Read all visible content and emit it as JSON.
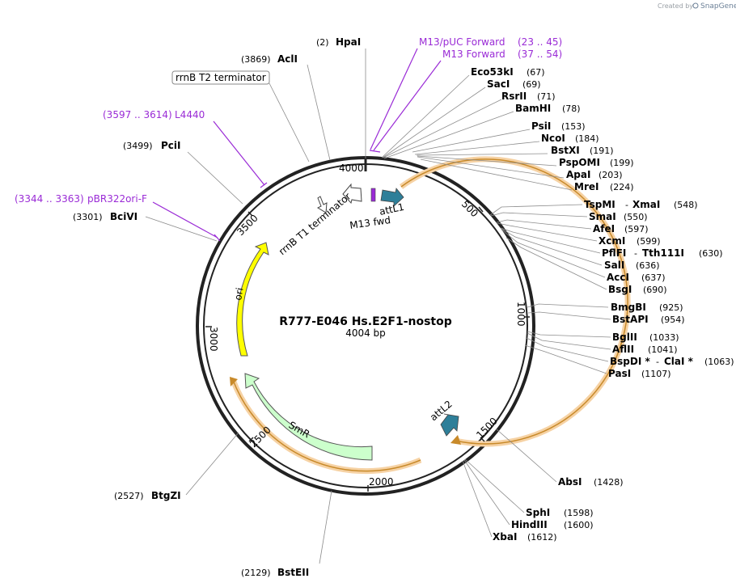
{
  "credit": {
    "prefix": "Created by",
    "brand": "SnapGene"
  },
  "title": "R777-E046 Hs.E2F1-nostop",
  "subtitle": "4004 bp",
  "ticks": [
    "500",
    "1000",
    "1500",
    "2000",
    "2500",
    "3000",
    "3500",
    "4000"
  ],
  "sites": [
    {
      "name": "HpaI",
      "pos": "(2)"
    },
    {
      "name": "AclI",
      "pos": "(3869)"
    },
    {
      "name": "PciI",
      "pos": "(3499)"
    },
    {
      "name": "BciVI",
      "pos": "(3301)"
    },
    {
      "name": "Eco53kI",
      "pos": "(67)"
    },
    {
      "name": "SacI",
      "pos": "(69)"
    },
    {
      "name": "RsrII",
      "pos": "(71)"
    },
    {
      "name": "BamHI",
      "pos": "(78)"
    },
    {
      "name": "PsiI",
      "pos": "(153)"
    },
    {
      "name": "NcoI",
      "pos": "(184)"
    },
    {
      "name": "BstXI",
      "pos": "(191)"
    },
    {
      "name": "PspOMI",
      "pos": "(199)"
    },
    {
      "name": "ApaI",
      "pos": "(203)"
    },
    {
      "name": "MreI",
      "pos": "(224)"
    },
    {
      "name": "TspMI",
      "pos": "",
      "sep": "-",
      "name2": "XmaI",
      "pos2": "(548)"
    },
    {
      "name": "SmaI",
      "pos": "(550)"
    },
    {
      "name": "AfeI",
      "pos": "(597)"
    },
    {
      "name": "XcmI",
      "pos": "(599)"
    },
    {
      "name": "PflFI",
      "pos": "",
      "sep": "-",
      "name2": "Tth111I",
      "pos2": "(630)"
    },
    {
      "name": "SalI",
      "pos": "(636)"
    },
    {
      "name": "AccI",
      "pos": "(637)"
    },
    {
      "name": "BsgI",
      "pos": "(690)"
    },
    {
      "name": "BmgBI",
      "pos": "(925)"
    },
    {
      "name": "BstAPI",
      "pos": "(954)"
    },
    {
      "name": "BglII",
      "pos": "(1033)"
    },
    {
      "name": "AflII",
      "pos": "(1041)"
    },
    {
      "name": "BspDI *",
      "pos": "",
      "sep": "-",
      "name2": "ClaI *",
      "pos2": "(1063)"
    },
    {
      "name": "PasI",
      "pos": "(1107)"
    },
    {
      "name": "AbsI",
      "pos": "(1428)"
    },
    {
      "name": "SphI",
      "pos": "(1598)"
    },
    {
      "name": "HindIII",
      "pos": "(1600)"
    },
    {
      "name": "XbaI",
      "pos": "(1612)"
    },
    {
      "name": "BtgZI",
      "pos": "(2527)"
    },
    {
      "name": "BstEII",
      "pos": "(2129)"
    }
  ],
  "primers": [
    {
      "name": "M13/pUC Forward",
      "range": "(23 .. 45)"
    },
    {
      "name": "M13 Forward",
      "range": "(37 .. 54)"
    },
    {
      "name": "L4440",
      "range": "(3597 .. 3614)"
    },
    {
      "name": "pBR322ori-F",
      "range": "(3344 .. 3363)"
    }
  ],
  "features": {
    "rrnB_T2": "rrnB T2 terminator",
    "rrnB_T1": "rrnB T1 terminator",
    "attL1": "attL1",
    "m13fwd": "M13 fwd",
    "attL2": "attL2",
    "ori": "ori",
    "smr": "SmR"
  },
  "colors": {
    "primer": "#9a2bd6",
    "ori": "#ffff00",
    "smr": "#ccffcc",
    "att": "#2e7f99",
    "insert": "#f6b26b",
    "backbone": "#222222"
  }
}
